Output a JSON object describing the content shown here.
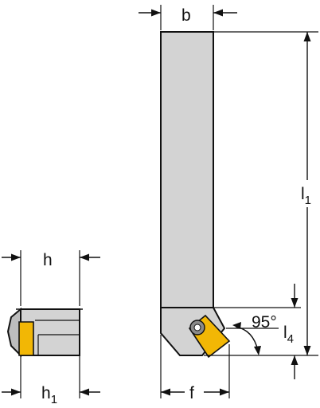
{
  "colors": {
    "shank": "#d3d3d3",
    "shank_dark": "#bdbdbd",
    "insert": "#f2b705",
    "line": "#111111"
  },
  "labels": {
    "b": "b",
    "h": "h",
    "h1_main": "h",
    "h1_sub": "1",
    "l1_main": "l",
    "l1_sub": "1",
    "l4_main": "l",
    "l4_sub": "4",
    "f": "f",
    "angle": "95°"
  },
  "icons": {
    "clamp_screw": "torx-screw-icon"
  }
}
